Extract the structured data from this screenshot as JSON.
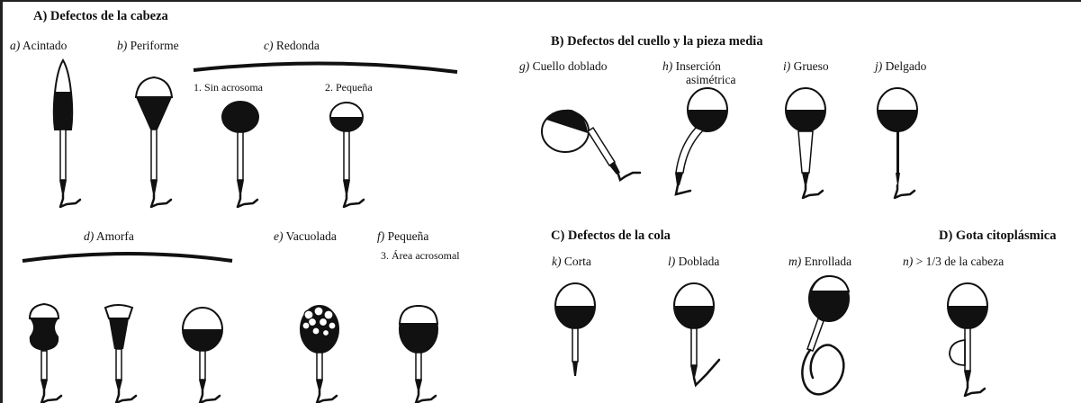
{
  "section_a": {
    "title": "A) Defectos de la cabeza",
    "items": [
      {
        "letter": "a)",
        "label": "Acintado"
      },
      {
        "letter": "b)",
        "label": "Periforme"
      },
      {
        "letter": "c)",
        "label": "Redonda"
      },
      {
        "letter": "d)",
        "label": "Amorfa"
      },
      {
        "letter": "e)",
        "label": "Vacuolada"
      },
      {
        "letter": "f)",
        "label": "Pequeña"
      }
    ],
    "sub_1": "1. Sin acrosoma",
    "sub_2": "2. Pequeña",
    "sub_3": "3. Área acrosomal"
  },
  "section_b": {
    "title": "B) Defectos del cuello y la pieza media",
    "items": [
      {
        "letter": "g)",
        "label": "Cuello doblado"
      },
      {
        "letter": "h)",
        "label": "Inserción",
        "label2": "asimétrica"
      },
      {
        "letter": "i)",
        "label": "Grueso"
      },
      {
        "letter": "j)",
        "label": "Delgado"
      }
    ]
  },
  "section_c": {
    "title": "C) Defectos de la cola",
    "items": [
      {
        "letter": "k)",
        "label": "Corta"
      },
      {
        "letter": "l)",
        "label": "Doblada"
      },
      {
        "letter": "m)",
        "label": "Enrollada"
      }
    ]
  },
  "section_d": {
    "title": "D) Gota citoplásmica",
    "items": [
      {
        "letter": "n)",
        "label": "> 1/3 de la cabeza"
      }
    ]
  }
}
